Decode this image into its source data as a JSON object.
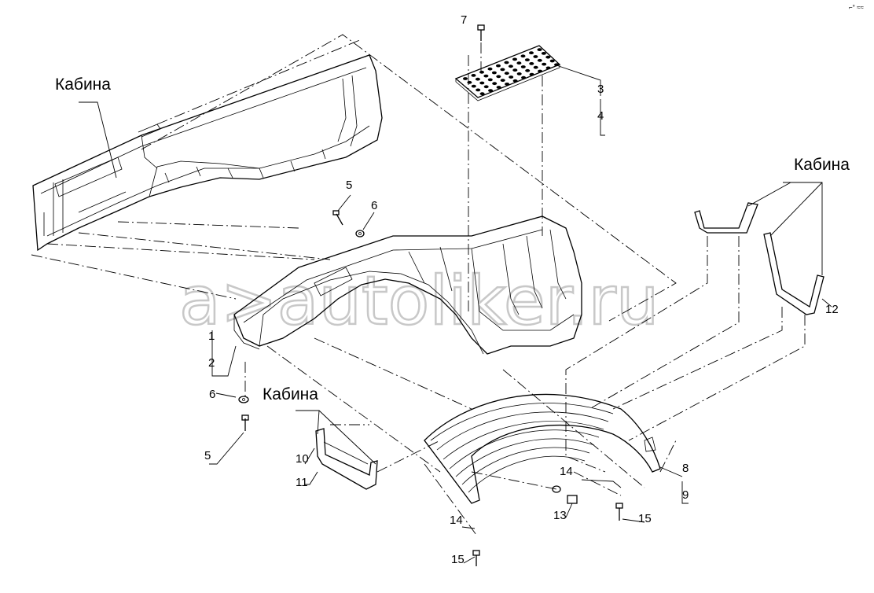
{
  "watermark": "a>autoliker.ru",
  "corner_mark": "⌐° ≈≈",
  "cabin_labels": [
    "Кабина",
    "Кабина",
    "Кабина"
  ],
  "callouts": {
    "c1": "1",
    "c2": "2",
    "c3": "3",
    "c4": "4",
    "c5a": "5",
    "c5b": "5",
    "c6a": "6",
    "c6b": "6",
    "c7": "7",
    "c8": "8",
    "c9": "9",
    "c10": "10",
    "c11": "11",
    "c12": "12",
    "c13": "13",
    "c14a": "14",
    "c14b": "14",
    "c15a": "15",
    "c15b": "15"
  }
}
